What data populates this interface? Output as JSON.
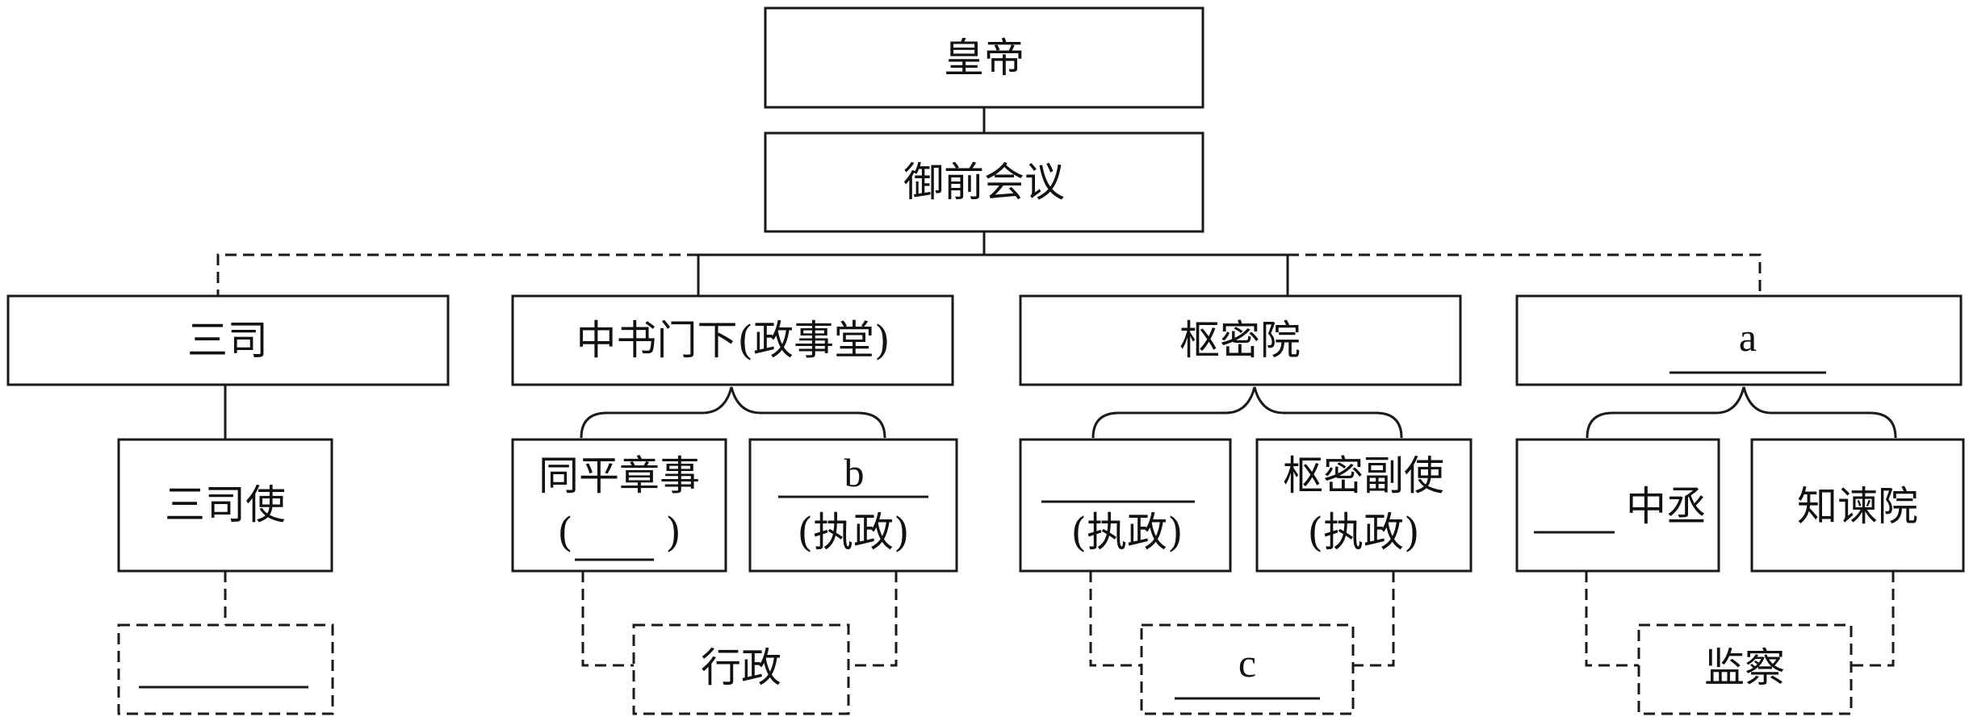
{
  "nodes": {
    "emperor": "皇帝",
    "imperial_council": "御前会议",
    "sansi": "三司",
    "sansi_shi": "三司使",
    "zhongshu": "中书门下(政事堂)",
    "tongping": "同平章事",
    "tongping_paren_open": "(",
    "tongping_paren_close": ")",
    "b_label": "b",
    "b_role": "(执政)",
    "shumi": "枢密院",
    "shumi_blank_role": "(执政)",
    "shumi_fu": "枢密副使",
    "shumi_fu_role": "(执政)",
    "a_label": "a",
    "zhongcheng": "中丞",
    "zhijian": "知谏院",
    "xingzheng": "行政",
    "c_label": "c",
    "jiancha": "监察"
  }
}
